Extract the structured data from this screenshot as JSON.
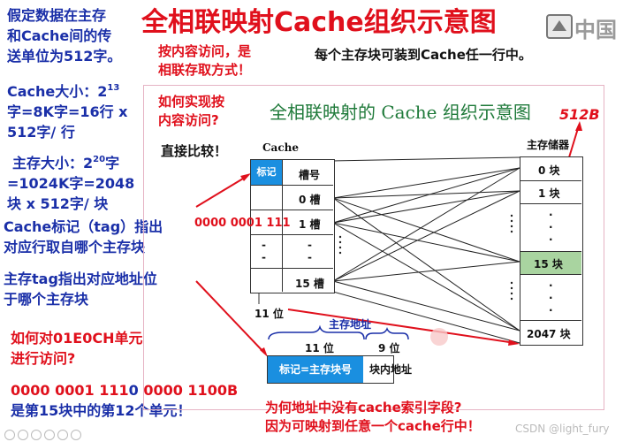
{
  "title": "全相联映射Cache组织示意图",
  "brand_text": "中国",
  "left": {
    "assumption": [
      "假定数据在主存",
      "和Cache间的传",
      "送单位为512字。"
    ],
    "cache_size": [
      "Cache大小：2",
      "13",
      "字=8K字=16行 x",
      "512字/ 行"
    ],
    "mem_size": [
      "主存大小：2",
      "20",
      "字",
      "=1024K字=2048",
      "块 x 512字/ 块"
    ],
    "tag_meaning": [
      "Cache标记（tag）指出",
      "对应行取自哪个主存块"
    ],
    "addr_tag": [
      "主存tag指出对应地址位",
      "于哪个主存块"
    ],
    "question": [
      "如何对01E0CH单元",
      "进行访问?"
    ],
    "answer_prefix": "0000 0001 111",
    "answer_mid": "0",
    "answer_suffix": " 0000 1100B",
    "answer_line2": "是第15块中的第12个单元！"
  },
  "middle": {
    "content_access": [
      "按内容访问，是",
      "相联存取方式！"
    ],
    "how": [
      "如何实现按",
      "内容访问?"
    ],
    "compare": "直接比较！",
    "each_block": "每个主存块可装到Cache任一行中。",
    "tag_value": "0000 0001 111",
    "why": [
      "为何地址中没有cache索引字段?",
      "因为可映射到任意一个cache行中！"
    ]
  },
  "diagram": {
    "title": "全相联映射的 Cache 组织示意图",
    "cache_label": "Cache",
    "mem_label": "主存储器",
    "handwritten": "512B",
    "cache_cells": {
      "tag": "标记",
      "slot_header": "槽号",
      "slot0": "0 槽",
      "slot1": "1 槽",
      "dash": "-",
      "slot15": "15 槽"
    },
    "mem_cells": {
      "b0": "0 块",
      "b1": "1 块",
      "dot": "·",
      "b15": "15 块",
      "b2047": "2047 块"
    },
    "tag_bits": "11 位",
    "addr_caption": "主存地址",
    "addr_bits1": "11 位",
    "addr_bits2": "9 位",
    "addr_tag": "标记=主存块号",
    "addr_offset": "块内地址"
  },
  "footer": "CSDN @light_fury",
  "colors": {
    "blue_text": "#1a2fa8",
    "red_text": "#e0101c",
    "tag_fill": "#1a8fe0",
    "highlight_block": "#a9d4a0",
    "inner_title": "#1f7a3a"
  }
}
